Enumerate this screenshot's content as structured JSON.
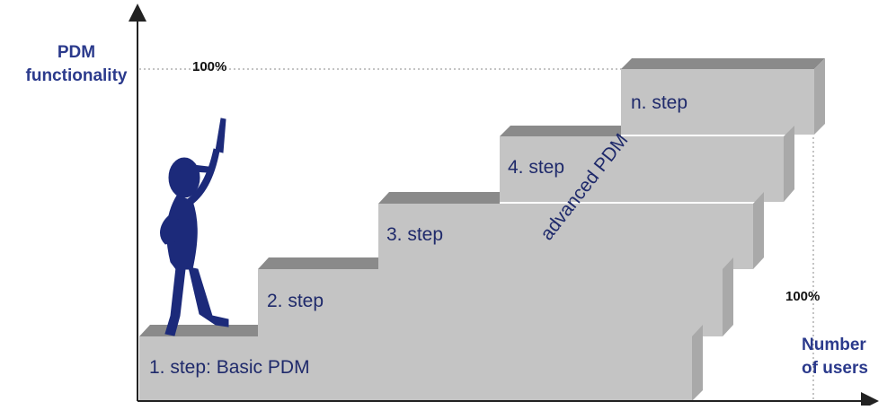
{
  "axis": {
    "y_label_line1": "PDM",
    "y_label_line2": "functionality",
    "x_label_line1": "Number",
    "x_label_line2": "of users",
    "y_max_label": "100%",
    "x_max_label": "100%"
  },
  "steps": [
    {
      "label": "1. step: Basic PDM"
    },
    {
      "label": "2. step"
    },
    {
      "label": "3. step"
    },
    {
      "label": "4. step"
    },
    {
      "label": "n. step"
    }
  ],
  "diagonal_label": "advanced PDM",
  "colors": {
    "step_front": "#c4c4c4",
    "step_top": "#8a8a8a",
    "step_side": "#a9a9a9",
    "figure": "#1c2a7a",
    "label_text": "#1f2a6b"
  },
  "figure": {
    "icon": "stick-figure-pointing-up-icon"
  }
}
